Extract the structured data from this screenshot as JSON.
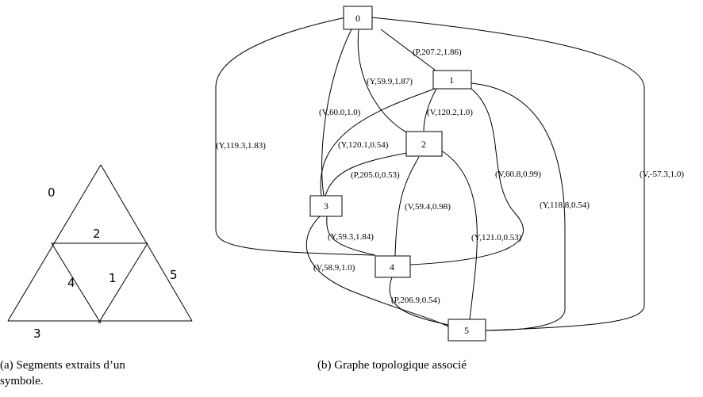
{
  "figure_a": {
    "segment_labels": [
      "0",
      "2",
      "1",
      "4",
      "5",
      "3"
    ],
    "caption_line1": "(a)  Segments  extraits  d’un",
    "caption_line2": "symbole."
  },
  "figure_b": {
    "caption": "(b)  Graphe topologique associé",
    "nodes": [
      "0",
      "1",
      "2",
      "3",
      "4",
      "5"
    ],
    "edge_labels": [
      "(P,207.2,1.86)",
      "(Y,59.9,1.87)",
      "(V,60.0,1.0)",
      "(Y,119.3,1.83)",
      "(V,-57.3,1.0)",
      "(V,120.2,1.0)",
      "(Y,120.1,0.54)",
      "(V,60.8,0.99)",
      "(Y,118.8,0.54)",
      "(P,205.0,0.53)",
      "(V,59.4,0.98)",
      "(Y,121.0,0.53)",
      "(Y,59.3,1.84)",
      "(V,58.9,1.0)",
      "(P,206.9,0.54)"
    ]
  }
}
